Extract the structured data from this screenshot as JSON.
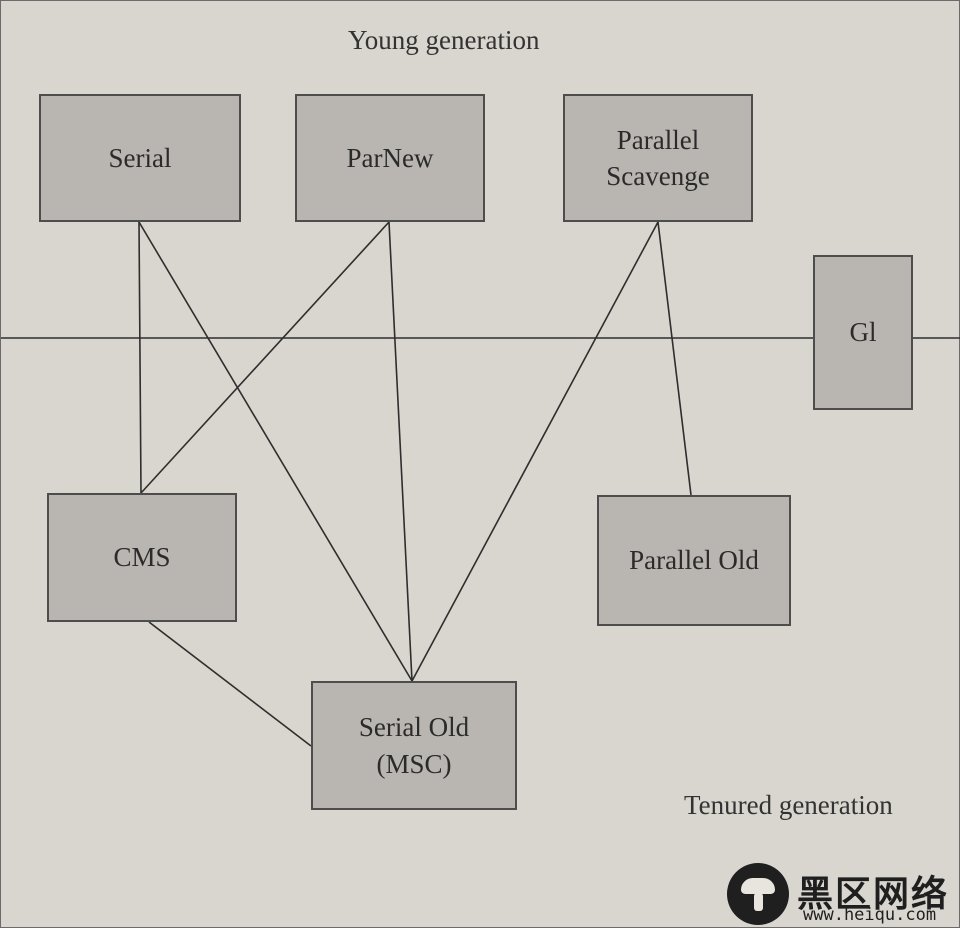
{
  "labels": {
    "young_generation": "Young generation",
    "tenured_generation": "Tenured generation"
  },
  "nodes": {
    "serial": "Serial",
    "parnew": "ParNew",
    "parallel_scavenge": "Parallel\nScavenge",
    "g1": "Gl",
    "cms": "CMS",
    "parallel_old": "Parallel Old",
    "serial_old": "Serial Old\n(MSC)"
  },
  "edges": [
    [
      "serial",
      "cms"
    ],
    [
      "serial",
      "serial_old"
    ],
    [
      "parnew",
      "cms"
    ],
    [
      "parnew",
      "serial_old"
    ],
    [
      "parallel_scavenge",
      "serial_old"
    ],
    [
      "parallel_scavenge",
      "parallel_old"
    ],
    [
      "cms",
      "serial_old"
    ]
  ],
  "watermark": {
    "chinese": "黑区网络",
    "url": "www.heiqu.com"
  },
  "colors": {
    "background": "#d9d5cf",
    "node_fill": "#b9b5b0",
    "line": "#2e2e2e"
  }
}
